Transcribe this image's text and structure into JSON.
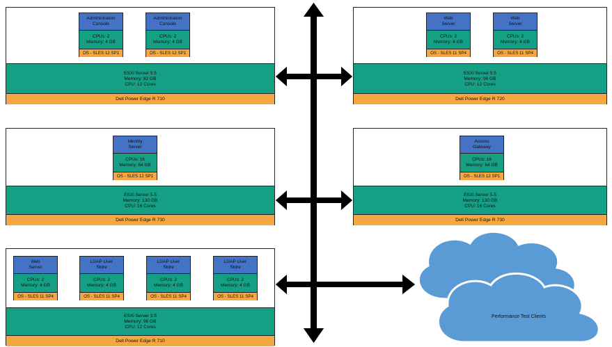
{
  "hosts": [
    {
      "vms": [
        {
          "name": "Administration\nConsole",
          "cpus": "CPUs: 2",
          "memory": "Memory: 4 GB",
          "os": "OS - SLES 12 SP1"
        },
        {
          "name": "Administration\nConsole",
          "cpus": "CPUs: 2",
          "memory": "Memory: 4 GB",
          "os": "OS - SLES 12 SP1"
        }
      ],
      "esxi": {
        "line1": "ESXi Server 5.5",
        "line2": "Memory: 82 GB",
        "line3": "CPU: 12 Cores"
      },
      "hardware": "Dell Power Edge R 710"
    },
    {
      "vms": [
        {
          "name": "Web\nServer",
          "cpus": "CPUs: 2",
          "memory": "Memory: 4 GB",
          "os": "OS - SLES 11 SP4"
        },
        {
          "name": "Web\nServer",
          "cpus": "CPUs: 2",
          "memory": "Memory: 4 GB",
          "os": "OS - SLES 11 SP4"
        }
      ],
      "esxi": {
        "line1": "ESXi Server 5.5",
        "line2": "Memory: 96 GB",
        "line3": "CPU: 12 Cores"
      },
      "hardware": "Dell Power Edge R 720"
    },
    {
      "vms": [
        {
          "name": "Identity\nServer",
          "cpus": "CPUs: 16",
          "memory": "Memory: 64 GB",
          "os": "OS - SLES 12 SP1"
        }
      ],
      "esxi": {
        "line1": "ESXi Server 5.5",
        "line2": "Memory: 130  GB",
        "line3": "CPU: 16 Cores"
      },
      "hardware": "Dell Power Edge R 730"
    },
    {
      "vms": [
        {
          "name": "Access\nGateway",
          "cpus": "CPUs: 16",
          "memory": "Memory: 64 GB",
          "os": "OS - SLES 12 SP1"
        }
      ],
      "esxi": {
        "line1": "ESXi Server 5.5",
        "line2": "Memory: 130 GB",
        "line3": "CPU: 16 Cores"
      },
      "hardware": "Dell Power Edge R 730"
    },
    {
      "vms": [
        {
          "name": "Web\nServer",
          "cpus": "CPUs: 2",
          "memory": "Memory: 4 GB",
          "os": "OS - SLES 11 SP4"
        },
        {
          "name": "LDAP User\nStore",
          "cpus": "CPUs: 2",
          "memory": "Memory: 4 GB",
          "os": "OS - SLES 11 SP4"
        },
        {
          "name": "LDAP User\nStore",
          "cpus": "CPUs: 2",
          "memory": "Memory: 4 GB",
          "os": "OS - SLES 11 SP4"
        },
        {
          "name": "LDAP User\nStore",
          "cpus": "CPUs: 2",
          "memory": "Memory: 4 GB",
          "os": "OS - SLES 11 SP4"
        }
      ],
      "esxi": {
        "line1": "ESXi Server 3.5",
        "line2": "Memory: 96 GB",
        "line3": "CPU: 12 Cores"
      },
      "hardware": "Dell Power Edge R 710"
    }
  ],
  "cloud": {
    "label": "Performance Test Clients"
  },
  "colors": {
    "vm_name": "#4472c4",
    "resources": "#15a085",
    "os": "#f5a742",
    "cloud": "#5b9bd5",
    "arrow": "#000000"
  }
}
